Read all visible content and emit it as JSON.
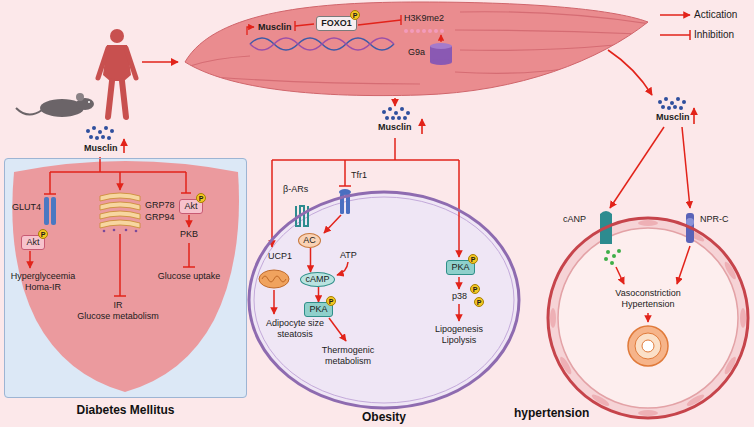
{
  "diagram": {
    "nodes": [
      {
        "text": [
          "FOXO1"
        ]
      },
      {
        "text": [
          "P"
        ],
        "in": 0
      },
      {
        "text": [
          "Diabetes Mellitus"
        ]
      },
      {
        "text": [
          "Akt"
        ],
        "in": 2
      },
      {
        "text": [
          "P"
        ],
        "in": 3
      },
      {
        "text": [
          "Akt"
        ],
        "in": 2
      },
      {
        "text": [
          "P"
        ],
        "in": 5
      },
      {
        "text": [
          "Obesity"
        ]
      },
      {
        "text": [
          "AC"
        ],
        "in": 7
      },
      {
        "text": [
          "cAMP"
        ],
        "in": 7
      },
      {
        "text": [
          "PKA"
        ],
        "in": 7
      },
      {
        "text": [
          "P"
        ],
        "in": 10
      },
      {
        "text": [
          "PKA"
        ],
        "in": 7
      },
      {
        "text": [
          "P"
        ],
        "in": 12
      },
      {
        "text": [
          "P"
        ],
        "in": 7
      },
      {
        "text": [
          "P"
        ],
        "in": 7
      },
      {
        "text": [
          "hypertension"
        ]
      }
    ],
    "edges": [
      {
        "from": 8,
        "to": 9,
        "arrow": "to"
      },
      {
        "from": 9,
        "to": 10,
        "arrow": "to"
      }
    ],
    "labels": [
      "Musclin",
      "H3K9me2",
      "G9a",
      "Musclin",
      "Musclin",
      "GLUT4",
      "Hyperglyceemia",
      "Homa-IR",
      "GRP78",
      "GRP94",
      "IR",
      "Glucose metabolism",
      "PKB",
      "Glucose uptake",
      "β-ARs",
      "Tfr1",
      "ATP",
      "UCP1",
      "Adipocyte size steatosis",
      "Thermogenic metabolism",
      "p38",
      "Lipogenesis Lipolysis",
      "Musclin",
      "cANP",
      "NPR-C",
      "Vasoconstriction Hypertension"
    ],
    "legend": [
      {
        "text": "Actication"
      },
      {
        "text": "Inhibition"
      }
    ]
  }
}
